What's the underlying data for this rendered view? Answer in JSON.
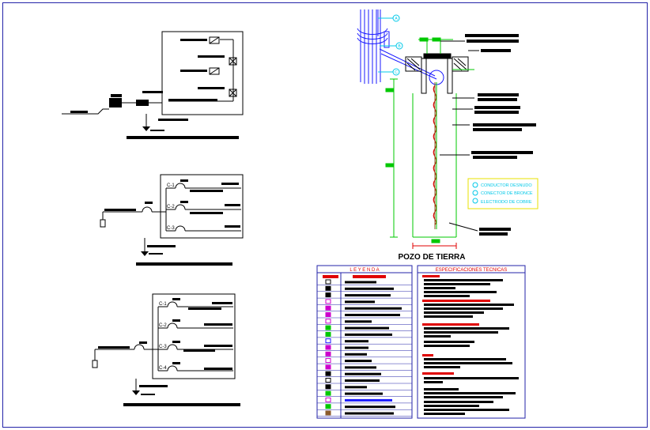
{
  "colors": {
    "background": "#ffffff",
    "border": "#2323a8",
    "ink": "#000000",
    "cyan": "#00c8e8",
    "blue": "#1a1aff",
    "green": "#00c800",
    "red": "#e00000",
    "magenta": "#cc00cc",
    "yellow": "#e8e000",
    "brown": "#8a5a2a"
  },
  "circuits": {
    "c1": "C-1",
    "c2": "C-2",
    "c3": "C-3",
    "c4": "C-4"
  },
  "callouts": [
    "A",
    "B",
    "C"
  ],
  "pozo": {
    "title": "POZO DE TIERRA",
    "legend_items": [
      "CONDUCTOR DESNUDO",
      "CONECTOR DE BRONCE",
      "ELECTRODO DE COBRE"
    ]
  },
  "leyenda": {
    "title": "L E Y E N D A"
  },
  "especificaciones": {
    "title": "ESPECIFICACIONES   TECNICAS"
  }
}
